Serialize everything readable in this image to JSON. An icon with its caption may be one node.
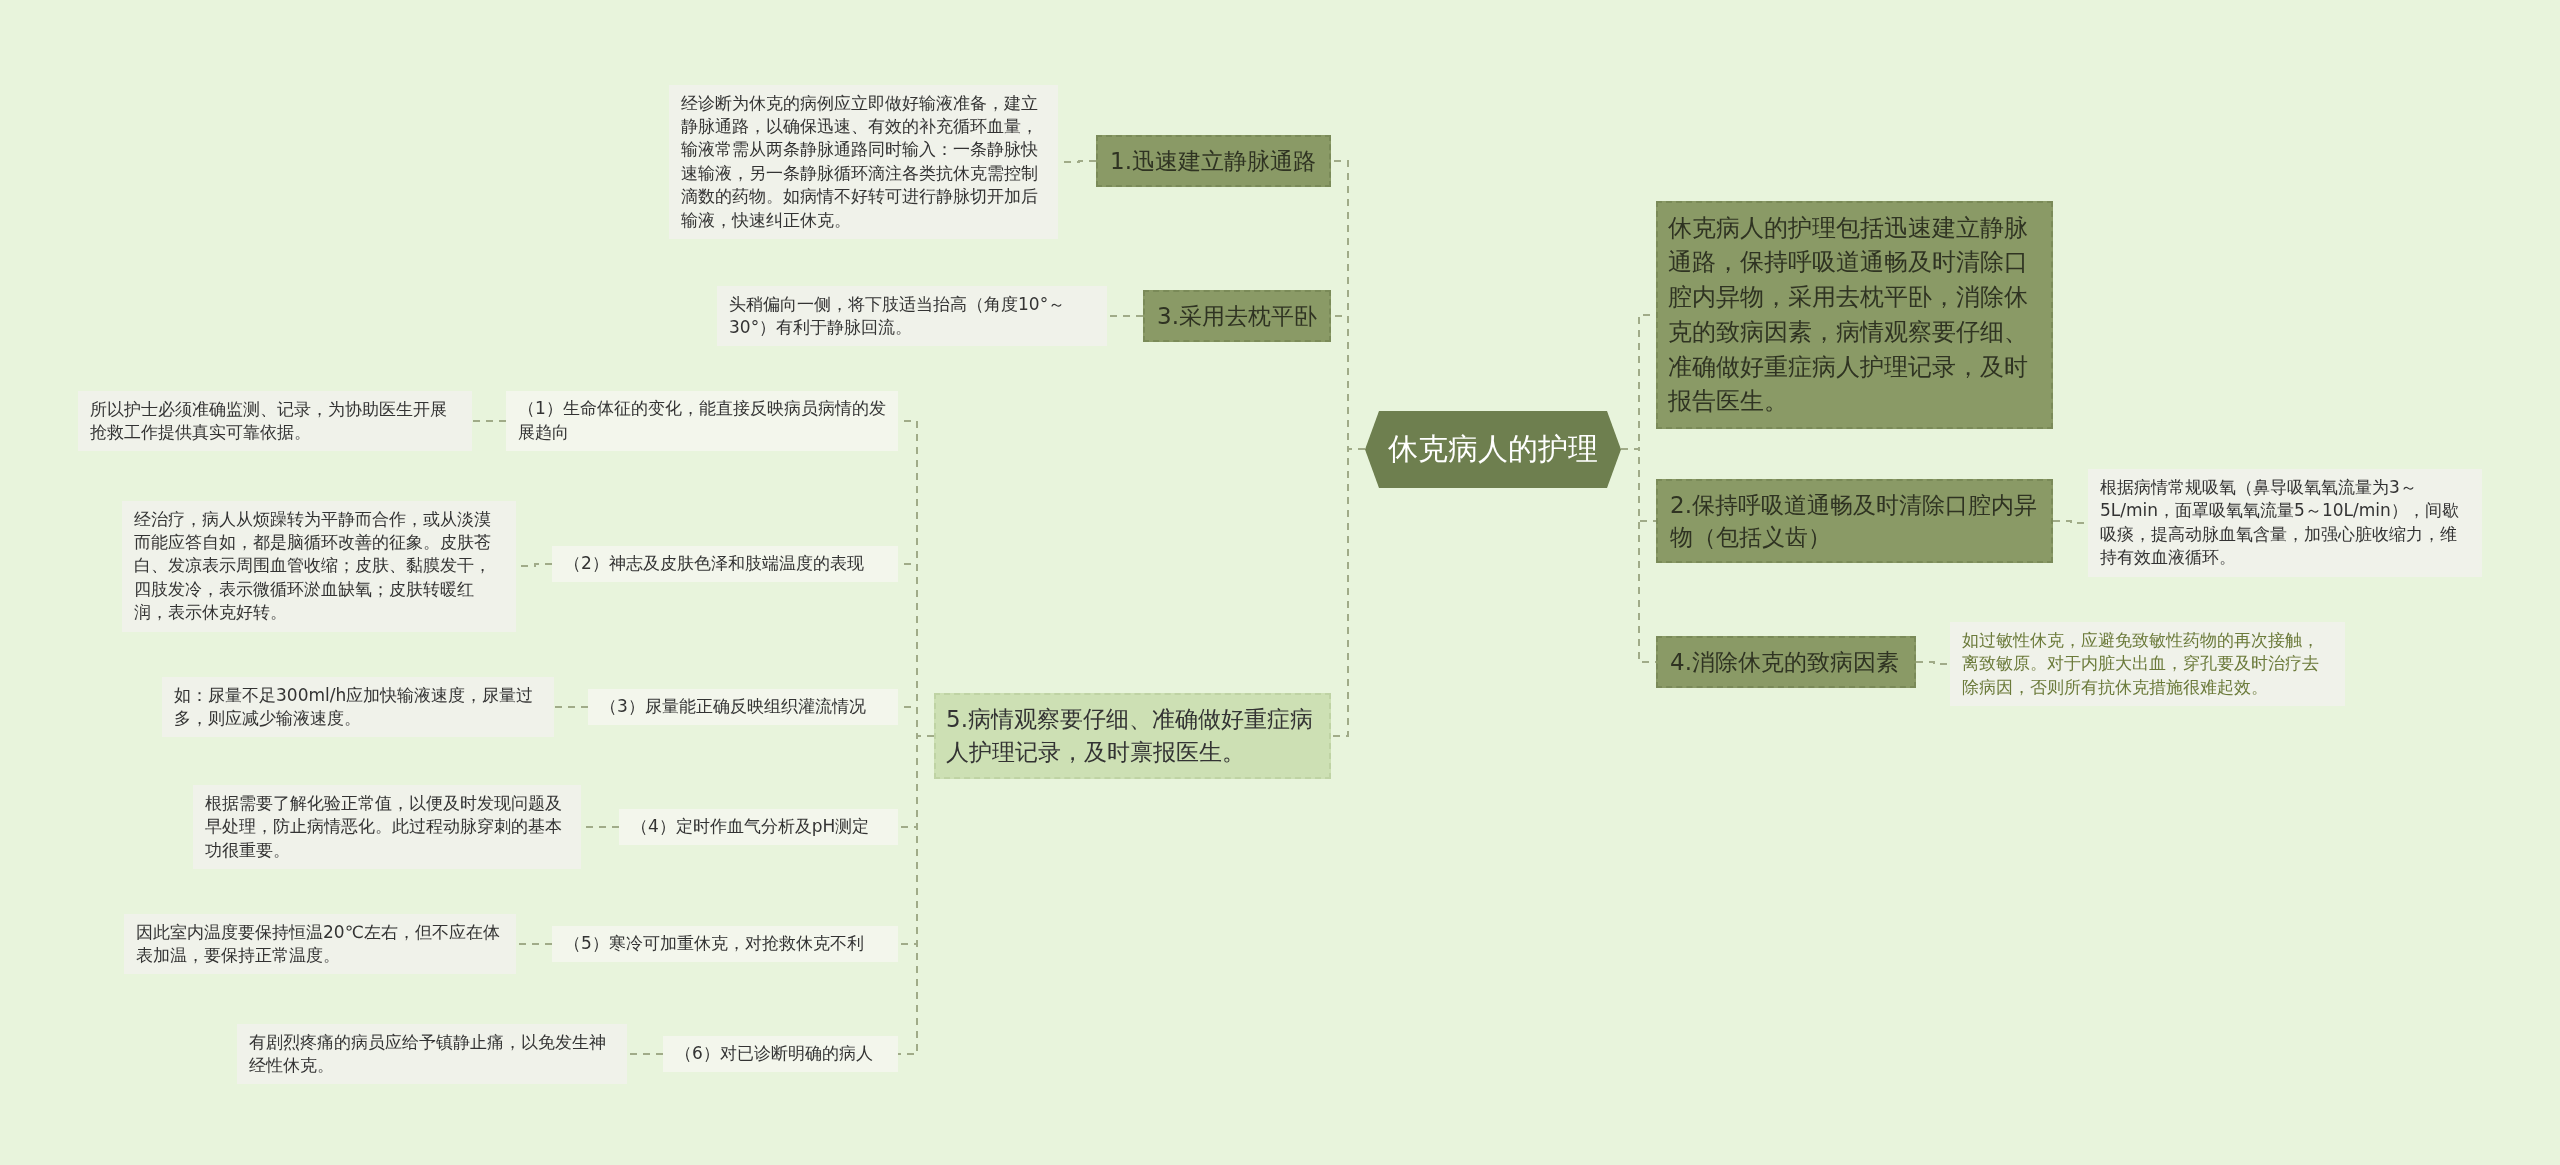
{
  "diagram": {
    "nodes": [
      {
        "text": [
          "休克病人的护理"
        ]
      },
      {
        "text": [
          "1.迅速建立静脉通路"
        ]
      },
      {
        "text": [
          "经诊断为休克的病例应立即做好输液准备，建立静脉通路，以确保迅速、有效的补充循环血量，输液常需从两条静脉通路同时输入：一条静脉快速输液，另一条静脉循环滴注各类抗休克需控制滴数的药物。如病情不好转可进行静脉切开加后输液，快速纠正休克。"
        ]
      },
      {
        "text": [
          "3.采用去枕平卧"
        ]
      },
      {
        "text": [
          "头稍偏向一侧，将下肢适当抬高（角度10°～30°）有利于静脉回流。"
        ]
      },
      {
        "text": [
          "5.病情观察要仔细、准确做好重症病人护理记录，及时禀报医生。"
        ]
      },
      {
        "text": [
          "（1）生命体征的变化，能直接反映病员病情的发展趋向"
        ]
      },
      {
        "text": [
          "所以护士必须准确监测、记录，为协助医生开展抢救工作提供真实可靠依据。"
        ]
      },
      {
        "text": [
          "（2）神志及皮肤色泽和肢端温度的表现"
        ]
      },
      {
        "text": [
          "经治疗，病人从烦躁转为平静而合作，或从淡漠而能应答自如，都是脑循环改善的征象。皮肤苍白、发凉表示周围血管收缩；皮肤、黏膜发干，四肢发冷，表示微循环淤血缺氧；皮肤转暖红润，表示休克好转。"
        ]
      },
      {
        "text": [
          "（3）尿量能正确反映组织灌流情况"
        ]
      },
      {
        "text": [
          "如：尿量不足300ml/h应加快输液速度，尿量过多，则应减少输液速度。"
        ]
      },
      {
        "text": [
          "（4）定时作血气分析及pH测定"
        ]
      },
      {
        "text": [
          "根据需要了解化验正常值，以便及时发现问题及早处理，防止病情恶化。此过程动脉穿刺的基本功很重要。"
        ]
      },
      {
        "text": [
          "（5）寒冷可加重休克，对抢救休克不利"
        ]
      },
      {
        "text": [
          "因此室内温度要保持恒温20℃左右，但不应在体表加温，要保持正常温度。"
        ]
      },
      {
        "text": [
          "（6）对已诊断明确的病人"
        ]
      },
      {
        "text": [
          "有剧烈疼痛的病员应给予镇静止痛，以免发生神经性休克。"
        ]
      },
      {
        "text": [
          "休克病人的护理包括迅速建立静脉通路，保持呼吸道通畅及时清除口腔内异物，采用去枕平卧，消除休克的致病因素，病情观察要仔细、准确做好重症病人护理记录，及时报告医生。"
        ]
      },
      {
        "text": [
          "2.保持呼吸道通畅及时清除口腔内异物（包括义齿）"
        ]
      },
      {
        "text": [
          "根据病情常规吸氧（鼻导吸氧氧流量为3～5L/min，面罩吸氧氧流量5～10L/min），间歇吸痰，提高动脉血氧含量，加强心脏收缩力，维持有效血液循环。"
        ]
      },
      {
        "text": [
          "4.消除休克的致病因素"
        ]
      },
      {
        "text": [
          "如过敏性休克，应避免致敏性药物的再次接触，离致敏原。对于内脏大出血，穿孔要及时治疗去除病因，否则所有抗休克措施很难起效。"
        ]
      }
    ],
    "edges": [
      {
        "from": 0,
        "to": 1,
        "arrow": "none"
      },
      {
        "from": 1,
        "to": 2,
        "arrow": "none"
      },
      {
        "from": 0,
        "to": 3,
        "arrow": "none"
      },
      {
        "from": 3,
        "to": 4,
        "arrow": "none"
      },
      {
        "from": 0,
        "to": 5,
        "arrow": "none"
      },
      {
        "from": 5,
        "to": 6,
        "arrow": "none"
      },
      {
        "from": 6,
        "to": 7,
        "arrow": "none"
      },
      {
        "from": 5,
        "to": 8,
        "arrow": "none"
      },
      {
        "from": 8,
        "to": 9,
        "arrow": "none"
      },
      {
        "from": 5,
        "to": 10,
        "arrow": "none"
      },
      {
        "from": 10,
        "to": 11,
        "arrow": "none"
      },
      {
        "from": 5,
        "to": 12,
        "arrow": "none"
      },
      {
        "from": 12,
        "to": 13,
        "arrow": "none"
      },
      {
        "from": 5,
        "to": 14,
        "arrow": "none"
      },
      {
        "from": 14,
        "to": 15,
        "arrow": "none"
      },
      {
        "from": 5,
        "to": 16,
        "arrow": "none"
      },
      {
        "from": 16,
        "to": 17,
        "arrow": "none"
      },
      {
        "from": 0,
        "to": 18,
        "arrow": "none"
      },
      {
        "from": 0,
        "to": 19,
        "arrow": "none"
      },
      {
        "from": 19,
        "to": 20,
        "arrow": "none"
      },
      {
        "from": 0,
        "to": 21,
        "arrow": "none"
      },
      {
        "from": 21,
        "to": 22,
        "arrow": "none"
      }
    ]
  }
}
